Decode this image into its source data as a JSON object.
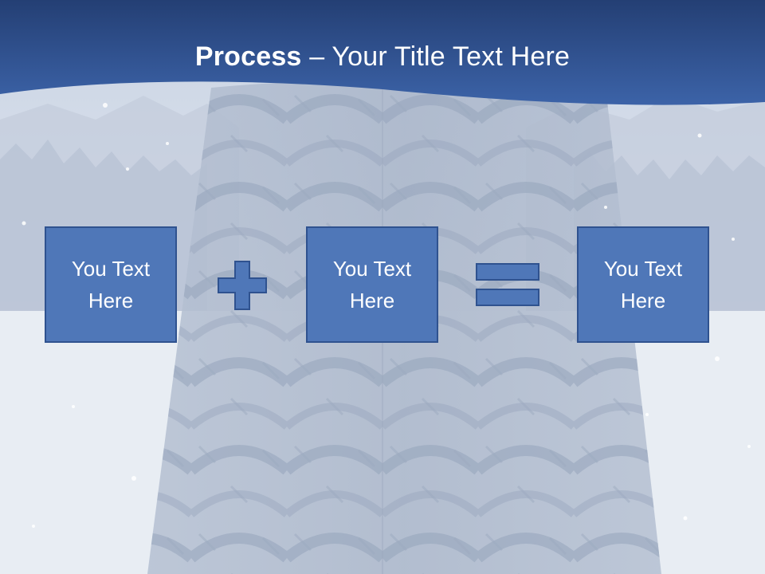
{
  "slide": {
    "title_bold": "Process",
    "title_separator": " – ",
    "title_rest": "Your Title Text Here",
    "boxes": [
      {
        "text": "You Text Here"
      },
      {
        "text": "You Text Here"
      },
      {
        "text": "You Text Here"
      }
    ],
    "operators": [
      "plus-icon",
      "equals-icon"
    ],
    "colors": {
      "header": "#2f5597",
      "box_fill": "#4f77b8",
      "box_border": "#2f528f",
      "text": "#ffffff"
    }
  }
}
